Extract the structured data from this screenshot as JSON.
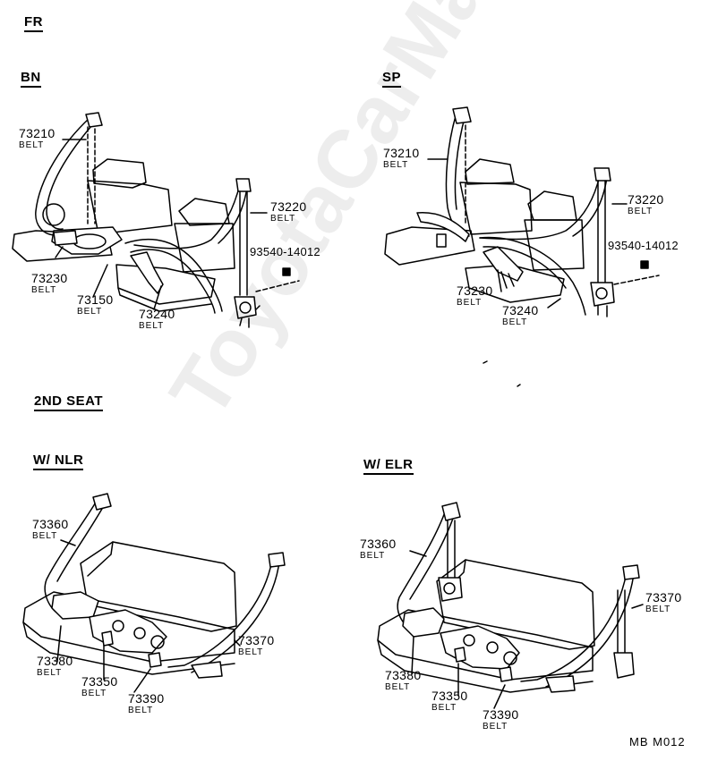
{
  "sections": {
    "fr": "FR",
    "bn": "BN",
    "sp": "SP",
    "second_seat": "2ND SEAT",
    "w_nlr": "W/ NLR",
    "w_elr": "W/ ELR"
  },
  "belt_word": "BELT",
  "labels": {
    "bn_73210": "73210",
    "bn_73220": "73220",
    "bn_93540": "93540-14012",
    "bn_73230": "73230",
    "bn_73150": "73150",
    "bn_73240": "73240",
    "sp_73210": "73210",
    "sp_73220": "73220",
    "sp_93540": "93540-14012",
    "sp_73230": "73230",
    "sp_73240": "73240",
    "nlr_73360": "73360",
    "nlr_73380": "73380",
    "nlr_73350": "73350",
    "nlr_73390": "73390",
    "nlr_73370": "73370",
    "elr_73360": "73360",
    "elr_73370": "73370",
    "elr_73380": "73380",
    "elr_73350": "73350",
    "elr_73390": "73390"
  },
  "reference_code": "MB  M012",
  "watermark": "ToyotaCarMac.ru",
  "colors": {
    "ink": "#000000",
    "paper": "#ffffff"
  }
}
